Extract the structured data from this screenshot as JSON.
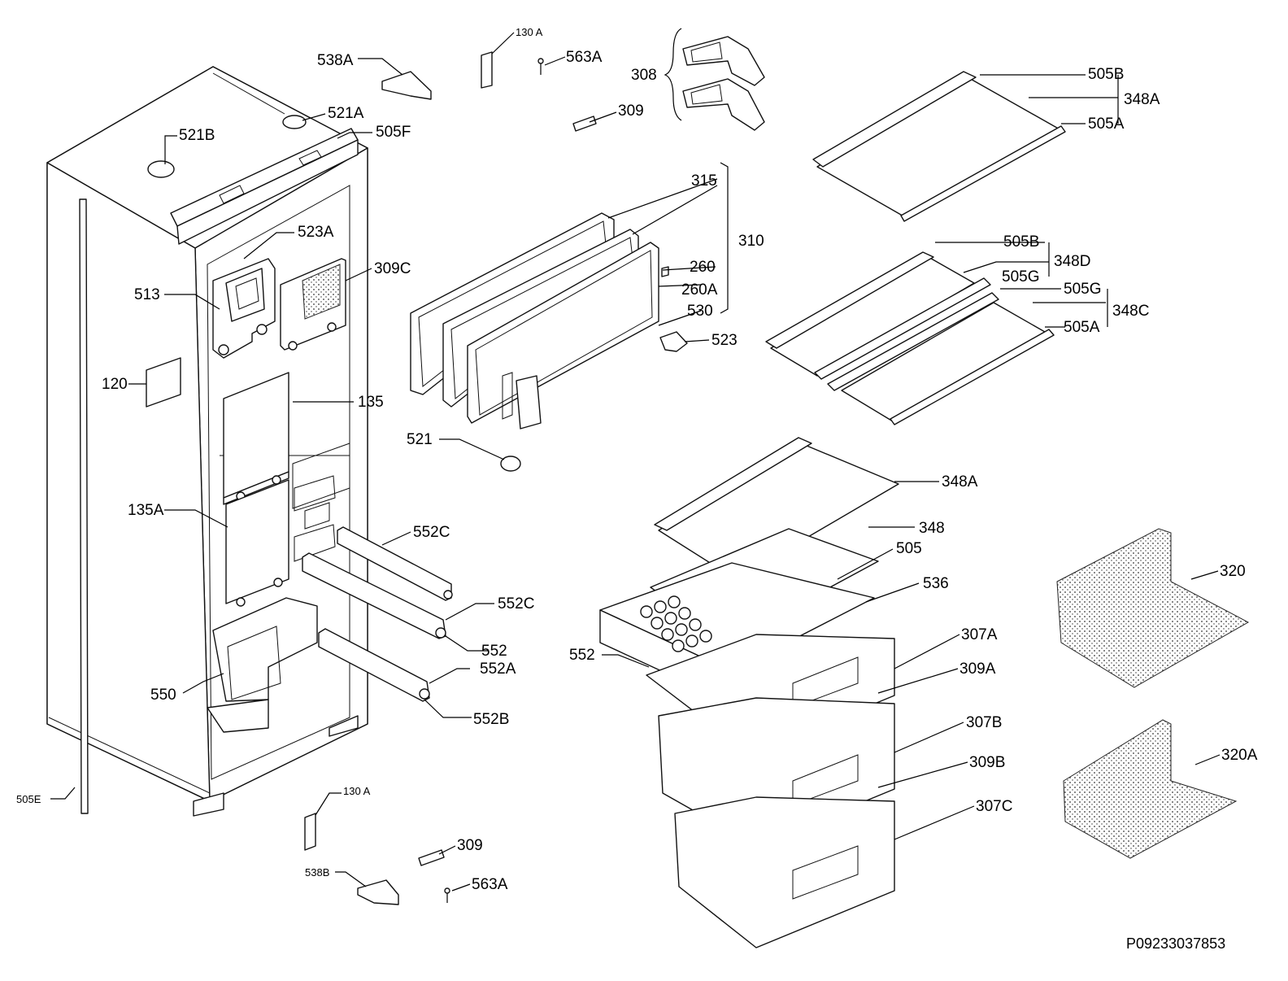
{
  "labels": {
    "l538A": "538A",
    "l130A_top": "130 A",
    "l563A_top": "563A",
    "l308": "308",
    "l309_top": "309",
    "l521A": "521A",
    "l505F": "505F",
    "l521B": "521B",
    "l505B_a": "505B",
    "l348A_a": "348A",
    "l505A_a": "505A",
    "l315": "315",
    "l310": "310",
    "l260": "260",
    "l260A": "260A",
    "l530": "530",
    "l523": "523",
    "l523A": "523A",
    "l309C": "309C",
    "l513": "513",
    "l120": "120",
    "l135": "135",
    "l135A": "135A",
    "l505B_b": "505B",
    "l348D": "348D",
    "l505G_a": "505G",
    "l505G_b": "505G",
    "l348C": "348C",
    "l505A_b": "505A",
    "l521": "521",
    "l348A_b": "348A",
    "l348": "348",
    "l505": "505",
    "l536": "536",
    "l552C_a": "552C",
    "l552C_b": "552C",
    "l552_a": "552",
    "l552A": "552A",
    "l552B": "552B",
    "l550": "550",
    "l552_b": "552",
    "l307A": "307A",
    "l309A": "309A",
    "l307B": "307B",
    "l309B": "309B",
    "l307C": "307C",
    "l320": "320",
    "l320A": "320A",
    "l505E": "505E",
    "l130A_bot": "130 A",
    "l309_bot": "309",
    "l538B": "538B",
    "l563A_bot": "563A"
  },
  "diagram_code": "P09233037853"
}
